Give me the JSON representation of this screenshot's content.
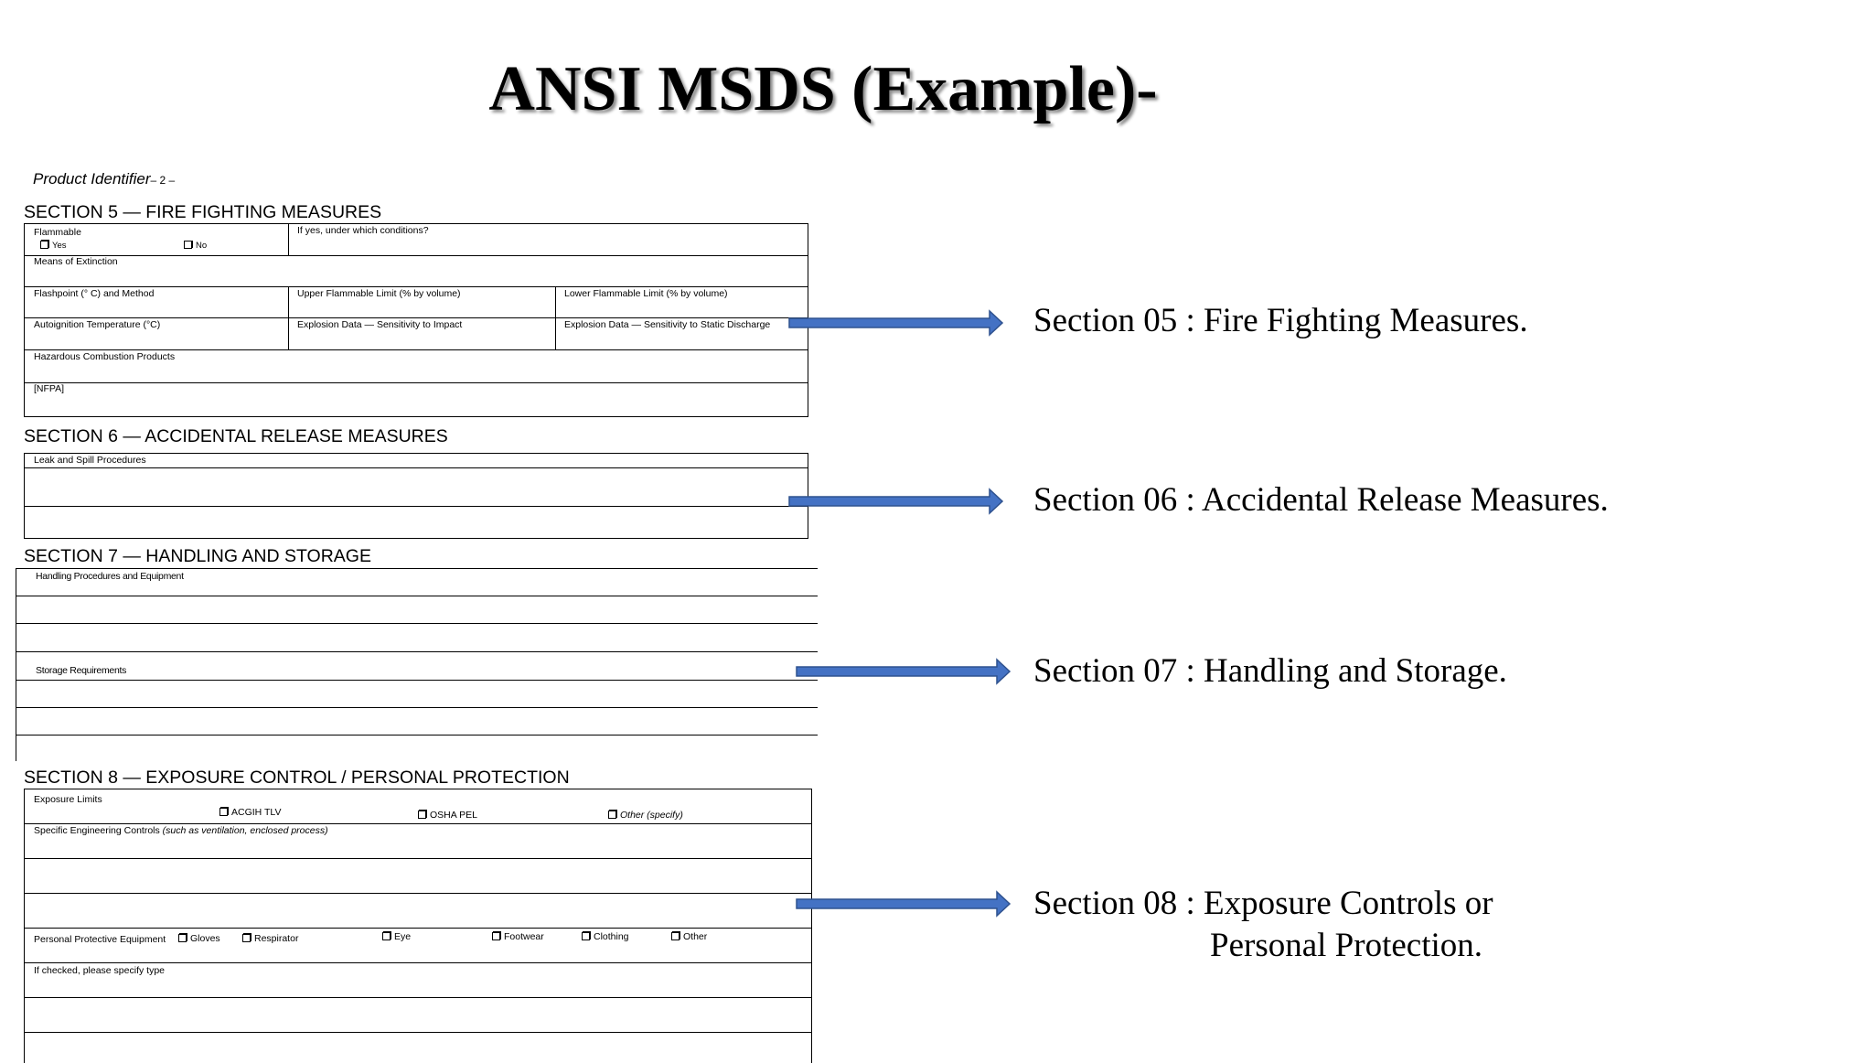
{
  "slide": {
    "title": "ANSI MSDS (Example)-",
    "product_identifier": "Product Identifier",
    "page_number": "– 2 –"
  },
  "form": {
    "section5": {
      "heading": "SECTION 5 — FIRE FIGHTING MEASURES",
      "flammable": "Flammable",
      "yes": "Yes",
      "no": "No",
      "conditions": "If yes, under which conditions?",
      "extinction": "Means of Extinction",
      "flashpoint": "Flashpoint (° C) and Method",
      "upper_limit": "Upper Flammable Limit (% by volume)",
      "lower_limit": "Lower Flammable Limit (% by volume)",
      "autoignition": "Autoignition Temperature (°C)",
      "impact": "Explosion Data — Sensitivity to Impact",
      "static": "Explosion Data — Sensitivity to Static Discharge",
      "combustion": "Hazardous Combustion Products",
      "nfpa": "[NFPA]"
    },
    "section6": {
      "heading": "SECTION 6 — ACCIDENTAL RELEASE MEASURES",
      "leak": "Leak and Spill Procedures"
    },
    "section7": {
      "heading": "SECTION 7 — HANDLING AND STORAGE",
      "handling": "Handling Procedures and Equipment",
      "storage": "Storage Requirements"
    },
    "section8": {
      "heading": "SECTION 8 — EXPOSURE CONTROL / PERSONAL PROTECTION",
      "exposure_limits": "Exposure Limits",
      "acgih": "ACGIH TLV",
      "osha": "OSHA PEL",
      "other_specify": "Other (specify)",
      "engineering": "Specific Engineering Controls",
      "engineering_note": "(such as ventilation, enclosed process)",
      "ppe": "Personal Protective Equipment",
      "gloves": "Gloves",
      "respirator": "Respirator",
      "eye": "Eye",
      "footwear": "Footwear",
      "clothing": "Clothing",
      "other": "Other",
      "if_checked": "If checked, please specify type"
    }
  },
  "annotations": {
    "s05": "Section 05 : Fire Fighting Measures.",
    "s06": "Section 06 : Accidental Release Measures.",
    "s07": "Section 07 : Handling and Storage.",
    "s08_line1": "Section 08 : Exposure Controls or",
    "s08_line2": "Personal Protection."
  },
  "colors": {
    "arrow_fill": "#4472c4",
    "arrow_stroke": "#2f528f"
  }
}
